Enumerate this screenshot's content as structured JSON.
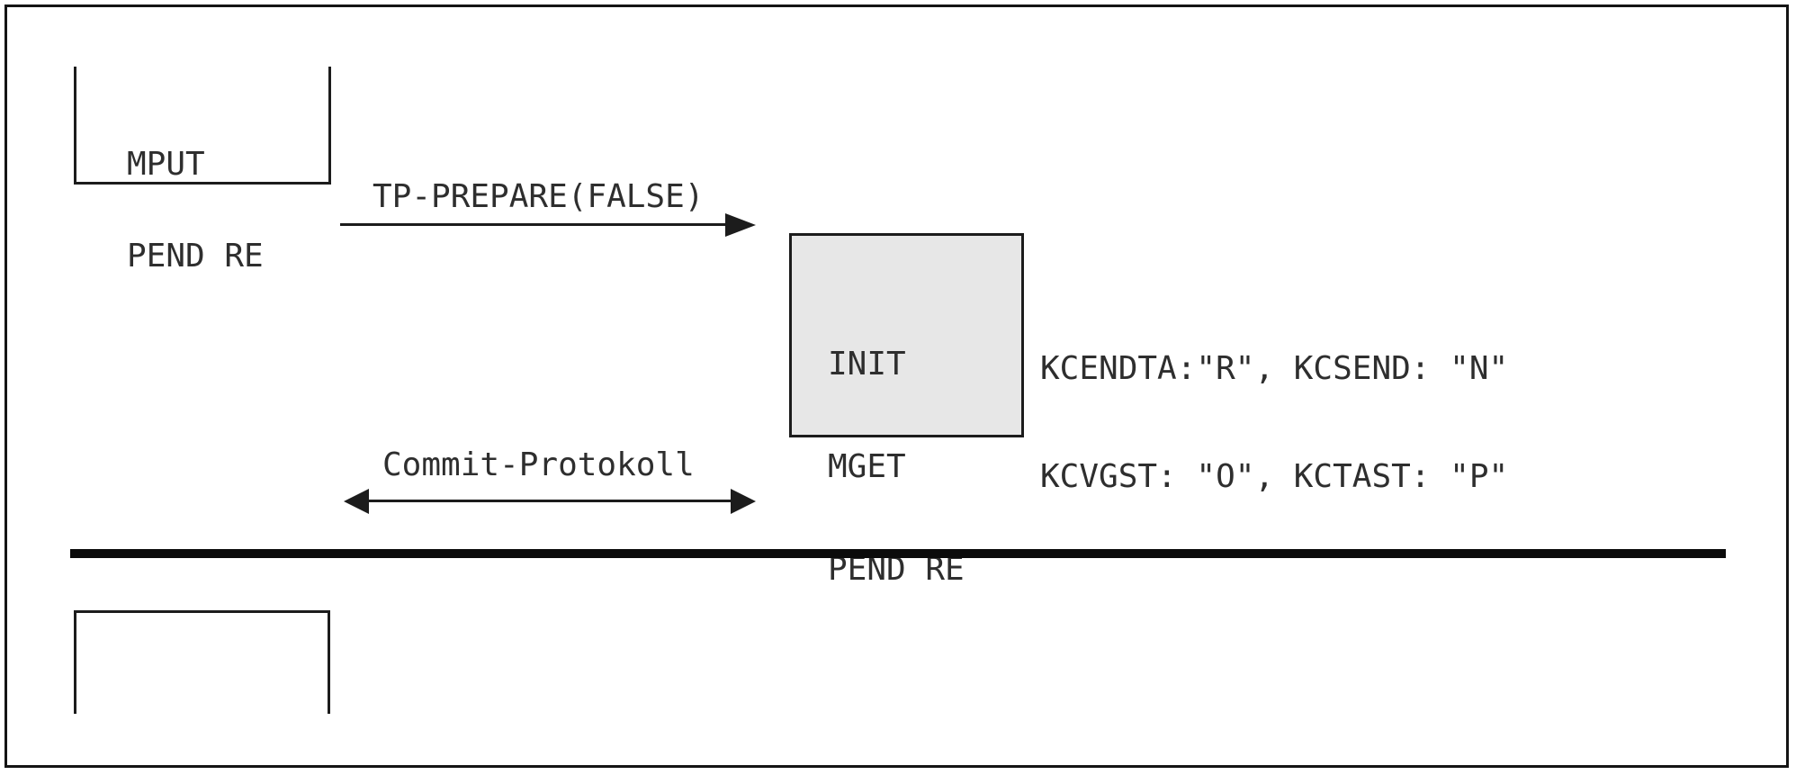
{
  "colors": {
    "line": "#1c1c1c",
    "text": "#2e2e2e",
    "box_fill": "#e7e7e7",
    "bar": "#0b0b0b",
    "background": "#ffffff",
    "frame": "#141414"
  },
  "upper_box": {
    "lines": [
      "MPUT",
      "PEND RE"
    ]
  },
  "prepare_arrow": {
    "label": "TP-PREPARE(FALSE)",
    "direction": "right"
  },
  "state_box": {
    "lines": [
      "INIT",
      "MGET",
      "PEND RE"
    ]
  },
  "state_values": {
    "lines": [
      "KCENDTA:\"R\", KCSEND: \"N\"",
      "KCVGST: \"O\", KCTAST: \"P\""
    ]
  },
  "commit_arrow": {
    "label": "Commit-Protokoll",
    "direction": "both"
  },
  "lower_box": {
    "lines": []
  }
}
